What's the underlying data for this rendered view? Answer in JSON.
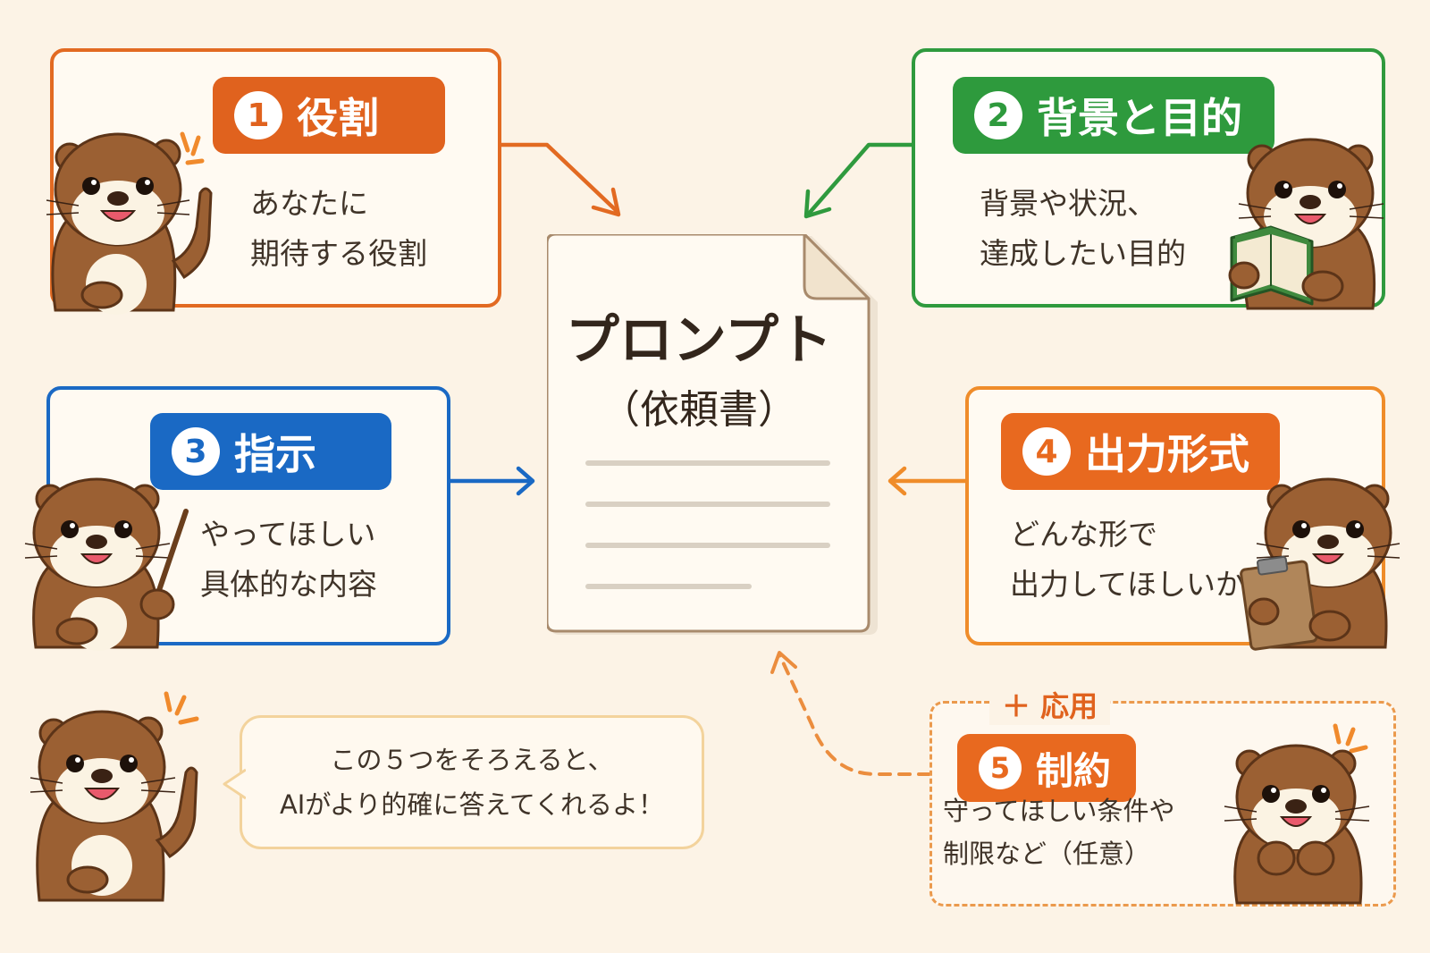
{
  "center": {
    "title": "プロンプト",
    "subtitle": "（依頼書）"
  },
  "cards": {
    "role": {
      "number": "1",
      "title": "役割",
      "line1": "あなたに",
      "line2": "期待する役割",
      "color": "#e0621e"
    },
    "background": {
      "number": "2",
      "title": "背景と目的",
      "line1": "背景や状況、",
      "line2": "達成したい目的",
      "color": "#2e9a3d"
    },
    "instruction": {
      "number": "3",
      "title": "指示",
      "line1": "やってほしい",
      "line2": "具体的な内容",
      "color": "#1a69c4"
    },
    "format": {
      "number": "4",
      "title": "出力形式",
      "line1": "どんな形で",
      "line2": "出力してほしいか",
      "color": "#e8691f"
    },
    "constraint": {
      "badge": "＋ 応用",
      "number": "5",
      "title": "制約",
      "line1": "守ってほしい条件や",
      "line2": "制限など（任意）",
      "color": "#e8691f"
    }
  },
  "bubble": {
    "line1": "この５つをそろえると、",
    "line2": "AIがより的確に答えてくれるよ！"
  },
  "icons": [
    "otter-pointing",
    "otter-reading-book",
    "otter-with-pointer-stick",
    "otter-with-clipboard",
    "otter-excited",
    "sparkle-icon",
    "document-icon",
    "arrow-icon"
  ]
}
